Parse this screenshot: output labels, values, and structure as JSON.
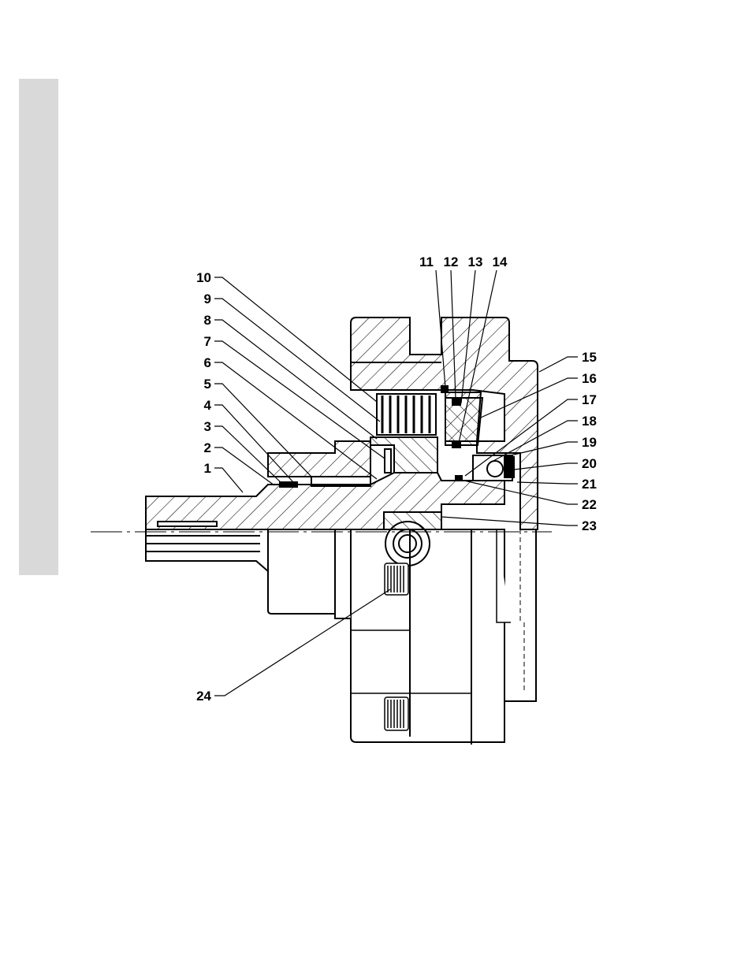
{
  "colors": {
    "ink": "#000000",
    "tab": "#d9d9d9",
    "paper": "#ffffff"
  },
  "callouts_left": [
    "10",
    "9",
    "8",
    "7",
    "6",
    "5",
    "4",
    "3",
    "2",
    "1"
  ],
  "callouts_top": [
    "11",
    "12",
    "13",
    "14"
  ],
  "callouts_right": [
    "15",
    "16",
    "17",
    "18",
    "19",
    "20",
    "21",
    "22",
    "23"
  ],
  "callout_bottom": "24"
}
